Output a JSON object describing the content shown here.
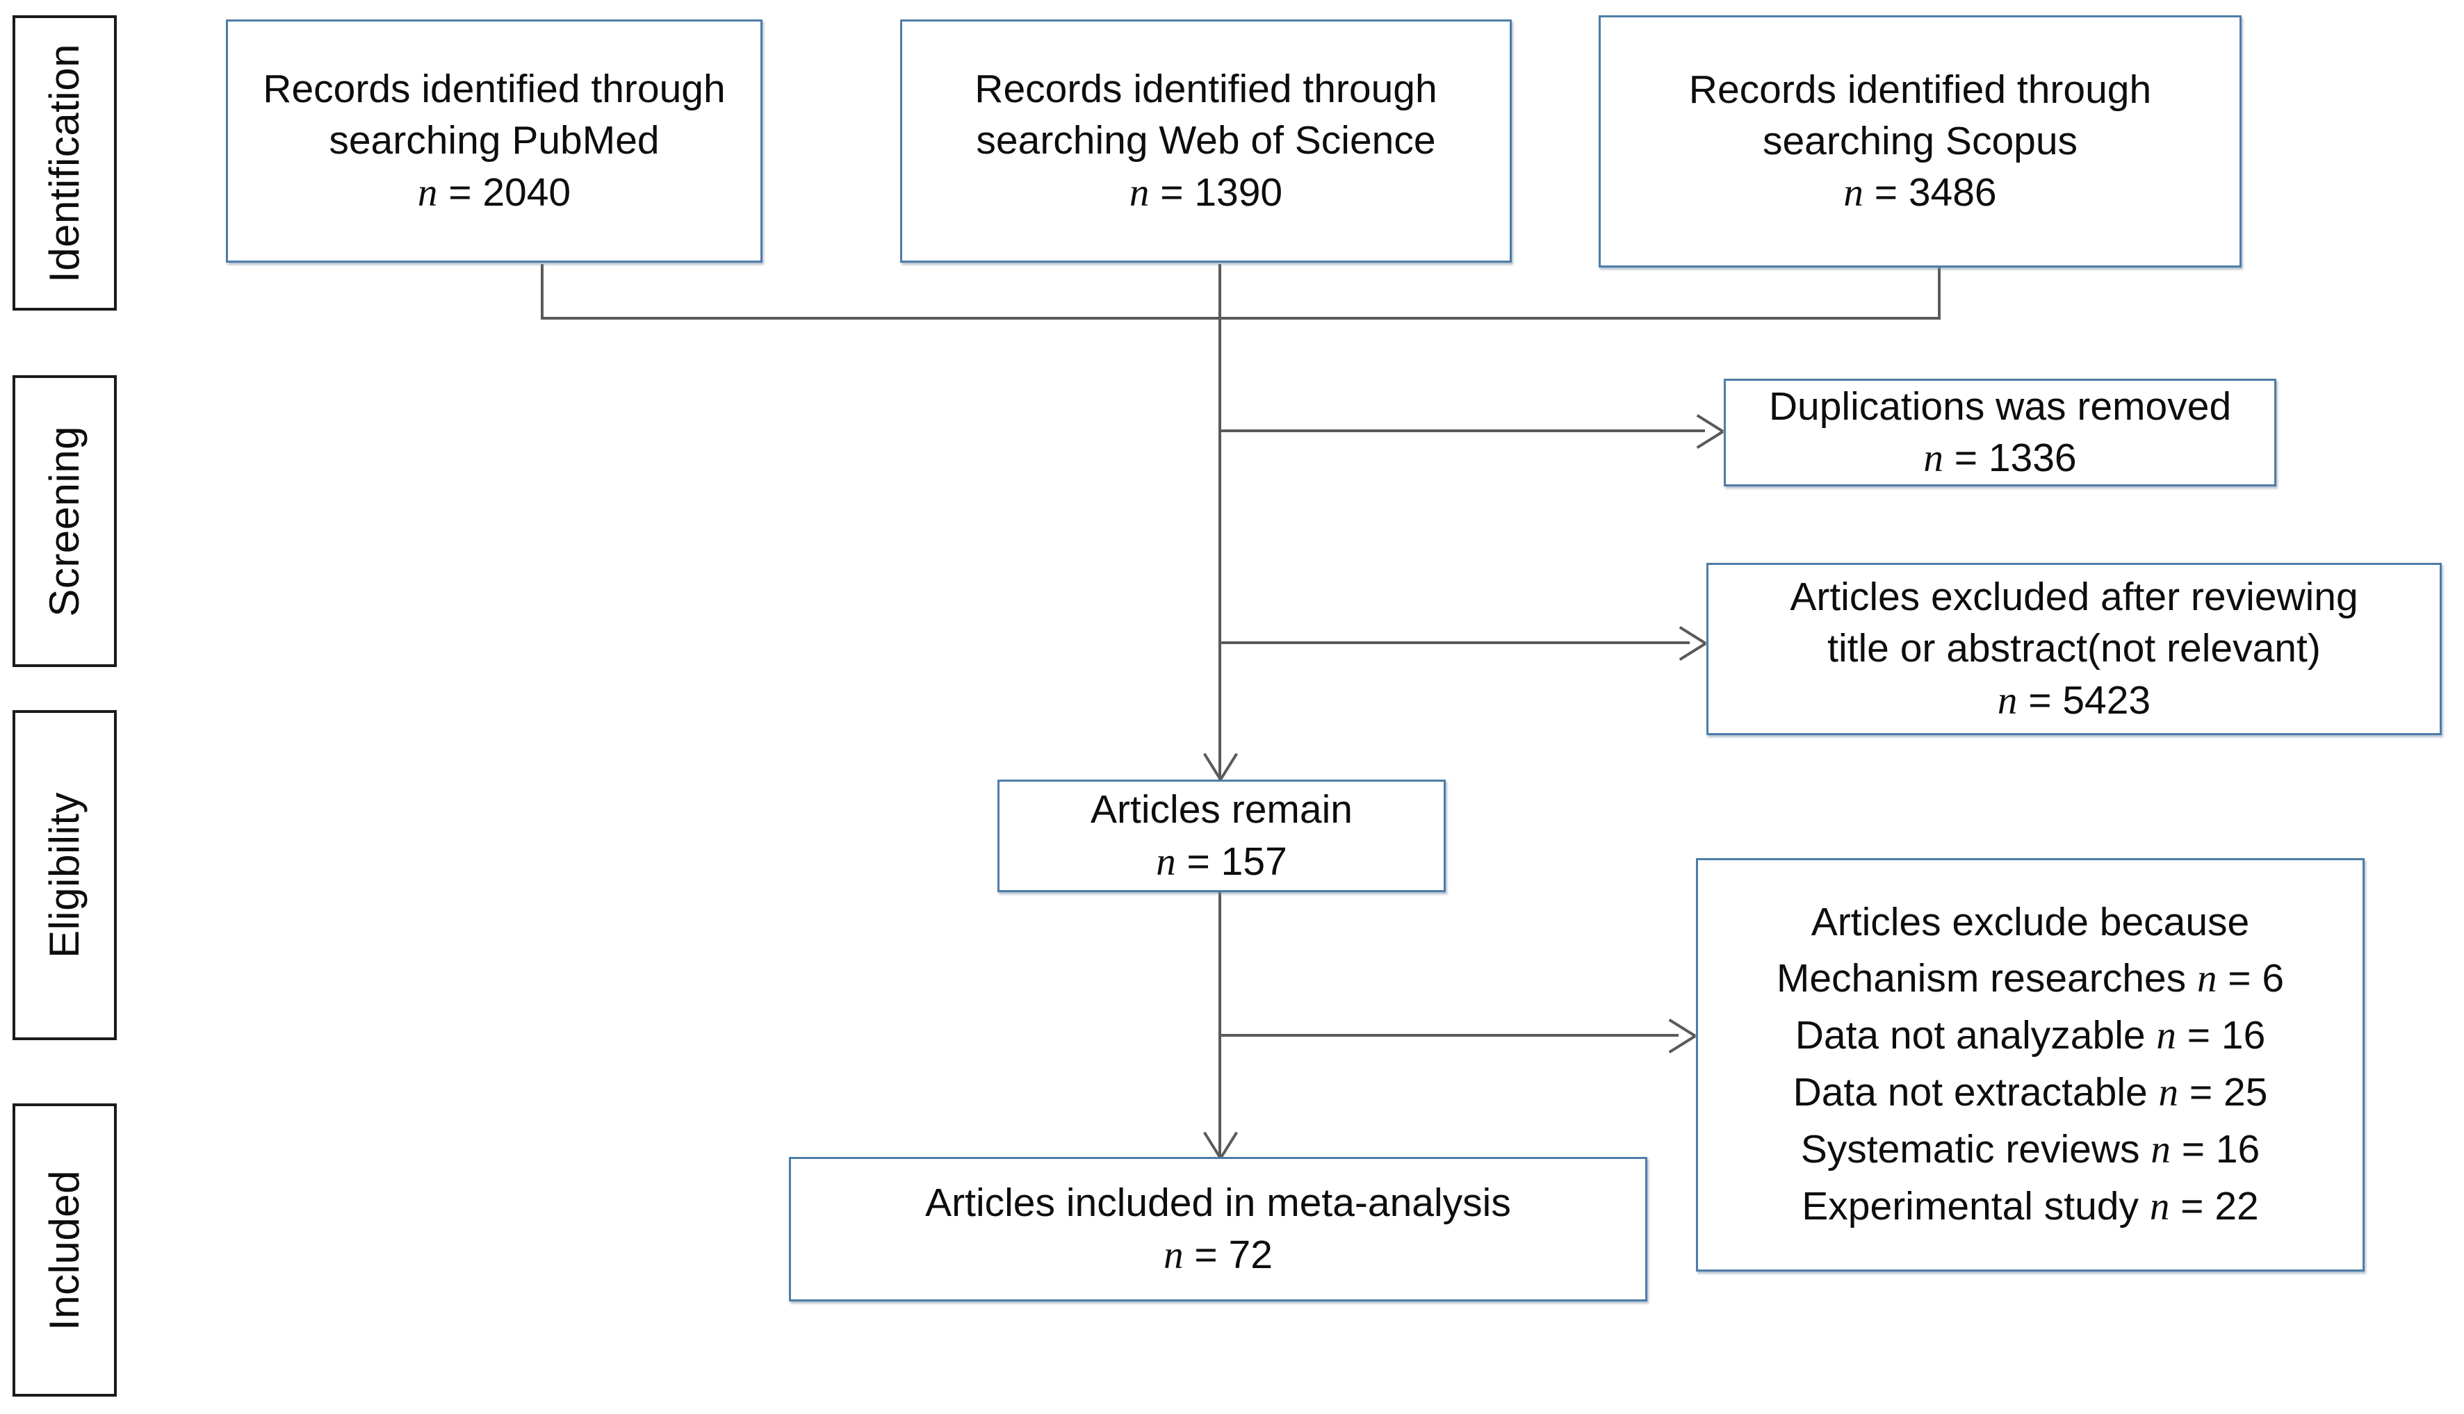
{
  "diagram": {
    "type": "prisma-flow-diagram",
    "title": "PRISMA study selection flow",
    "accent_color": "#4e7ca8",
    "stage_border_color": "#1a1a1a",
    "connector_color": "#5a5a5a",
    "background": "#ffffff"
  },
  "stages": [
    {
      "id": "identification",
      "label": "Identification"
    },
    {
      "id": "screening",
      "label": "Screening"
    },
    {
      "id": "eligibility",
      "label": "Eligibility"
    },
    {
      "id": "included",
      "label": "Included"
    }
  ],
  "sources": [
    {
      "id": "pubmed",
      "line1": "Records identified through",
      "line2": "searching PubMed",
      "n_label": "n",
      "eq": " = ",
      "n_value": "2040"
    },
    {
      "id": "web-of-science",
      "line1": "Records identified through",
      "line2": "searching Web of Science",
      "n_label": "n",
      "eq": " = ",
      "n_value": "1390"
    },
    {
      "id": "scopus",
      "line1": "Records identified through",
      "line2": "searching Scopus",
      "n_label": "n",
      "eq": " = ",
      "n_value": "3486"
    }
  ],
  "duplicates_removed": {
    "line1": "Duplications was removed",
    "n_label": "n",
    "eq": " = ",
    "n_value": "1336"
  },
  "excluded_screening": {
    "line1": "Articles excluded after reviewing",
    "line2": "title or abstract(not relevant)",
    "n_label": "n",
    "eq": " = ",
    "n_value": "5423"
  },
  "articles_remain": {
    "line1": "Articles remain",
    "n_label": "n",
    "eq": " = ",
    "n_value": "157"
  },
  "excluded_eligibility": {
    "heading": "Articles exclude because",
    "reasons": [
      {
        "text": "Mechanism researches ",
        "n_label": "n",
        "eq": " = ",
        "n_value": "6"
      },
      {
        "text": "Data not analyzable ",
        "n_label": "n",
        "eq": " = ",
        "n_value": "16"
      },
      {
        "text": "Data not extractable ",
        "n_label": "n",
        "eq": " = ",
        "n_value": "25"
      },
      {
        "text": "Systematic reviews  ",
        "n_label": "n",
        "eq": " = ",
        "n_value": "16"
      },
      {
        "text": "Experimental study ",
        "n_label": "n",
        "eq": " = ",
        "n_value": "22"
      }
    ]
  },
  "articles_included": {
    "line1": "Articles included in meta-analysis",
    "n_label": "n",
    "eq": " = ",
    "n_value": "72"
  }
}
